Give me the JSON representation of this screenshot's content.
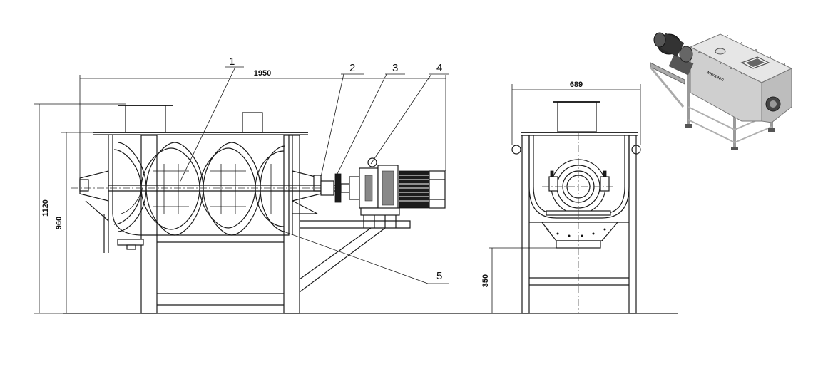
{
  "dimensions": {
    "overall_length": "1950",
    "overall_height": "1120",
    "trough_height": "960",
    "side_width": "689",
    "outlet_height": "350"
  },
  "callouts": [
    "1",
    "2",
    "3",
    "4",
    "5"
  ],
  "render_badge": "WHYSBEC"
}
